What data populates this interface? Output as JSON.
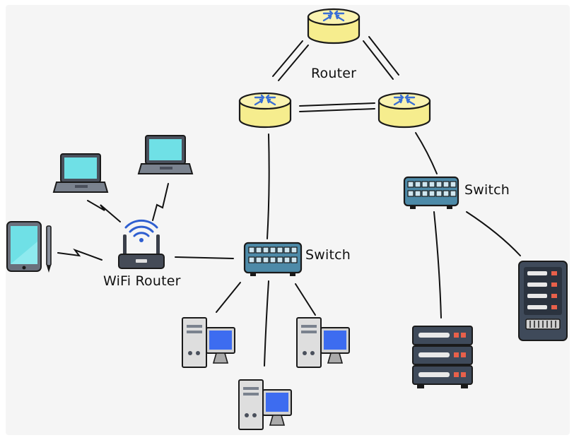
{
  "diagram": {
    "labels": {
      "router": "Router",
      "wifi_router": "WiFi Router",
      "switch_center": "Switch",
      "switch_right": "Switch"
    },
    "colors": {
      "router": "#f6ed8e",
      "router_arrows": "#3a6fd6",
      "switch": "#4d8aa8",
      "screen": "#6fe0e6",
      "desktop_screen": "#3d6cf0",
      "server": "#3f4a5a",
      "outline": "#1a1a1a"
    },
    "icons": [
      "router-icon",
      "switch-icon",
      "wifi-router-icon",
      "laptop-icon",
      "tablet-icon",
      "desktop-computer-icon",
      "server-rack-icon",
      "server-tower-icon"
    ]
  }
}
